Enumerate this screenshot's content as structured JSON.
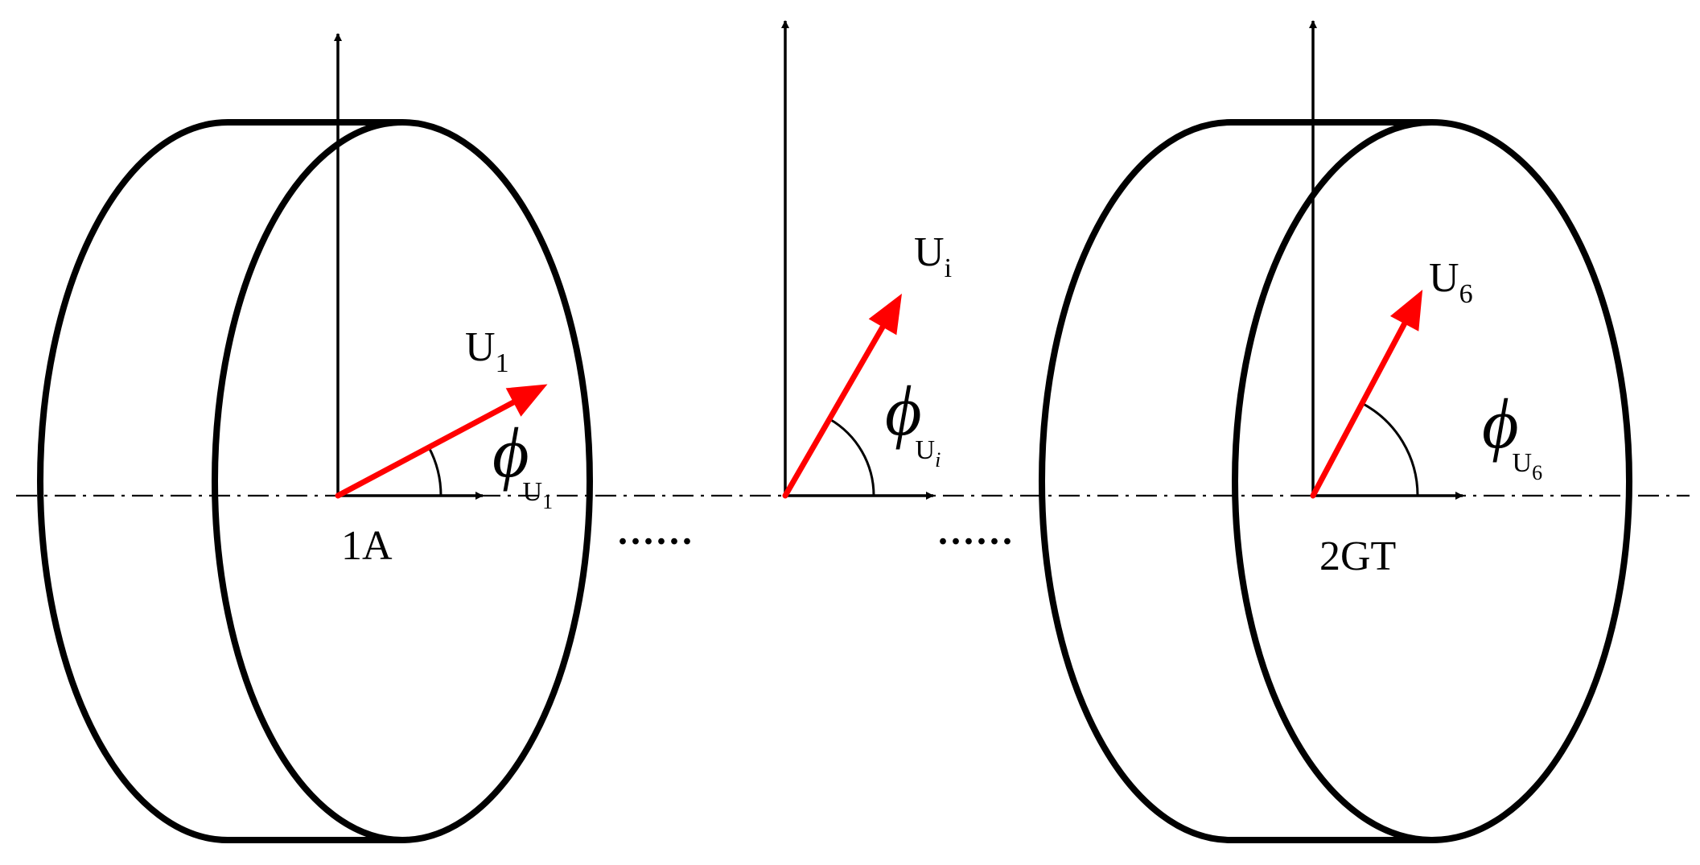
{
  "colors": {
    "vector": "#ff0000",
    "stroke": "#000000",
    "background": "#ffffff"
  },
  "phi_symbol": "ϕ",
  "ellipsis": "......",
  "stations": [
    {
      "name": "1A",
      "vector_main": "U",
      "vector_sub": "1",
      "angle_sub_main": "U",
      "angle_sub_index": "1",
      "angle_deg": 28
    },
    {
      "name": "",
      "vector_main": "U",
      "vector_sub": "i",
      "angle_sub_main": "U",
      "angle_sub_index": "i",
      "angle_deg": 60
    },
    {
      "name": "2GT",
      "vector_main": "U",
      "vector_sub": "6",
      "angle_sub_main": "U",
      "angle_sub_index": "6",
      "angle_deg": 62
    }
  ]
}
